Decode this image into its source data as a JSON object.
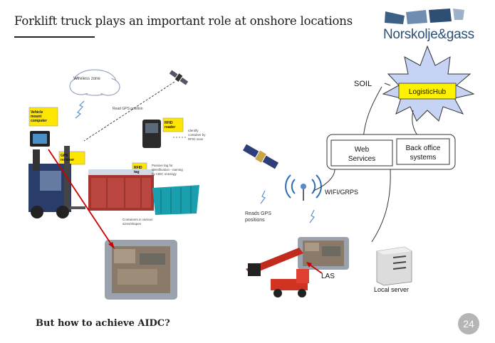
{
  "header": {
    "title": "Forklift truck plays an important role at onshore locations",
    "logo_text": "Norskolje&gass"
  },
  "left_diagram": {
    "wireless_zone": "Wireless zone",
    "read_gps": "Read GPS position",
    "vehicle_mount": "Vehicle mount computer",
    "rfid_reader": "RFID reader",
    "identify_container": "Identify container by RFID scan",
    "gps_receiver": "GPS receiver",
    "rfid_tag": "RFID tag",
    "passive_tag": "Passive tag for identification - naming by AIDC ontology",
    "containers": "Containers in various sizes/shapes"
  },
  "right_diagram": {
    "soil": "SOIL",
    "logistichub": "LogisticHub",
    "web_services": "Web Services",
    "back_office": "Back office systems",
    "wifi_grps": "WIFI/GRPS",
    "reads_gps": "Reads GPS positions",
    "las": "LAS",
    "local_server": "Local server"
  },
  "footer": {
    "question": "But how to achieve AIDC?",
    "page_number": "24"
  },
  "colors": {
    "logo_blue": "#2d4f74",
    "star_fill": "#c7d3f5",
    "hub_yellow": "#fff200",
    "label_yellow": "#ffe600",
    "arrow_red": "#cc0000"
  }
}
